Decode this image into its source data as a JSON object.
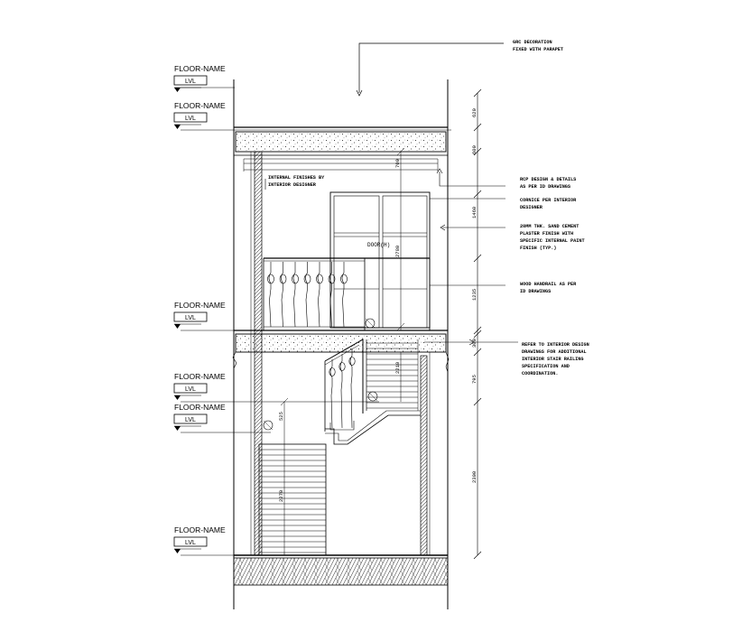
{
  "level_markers": [
    {
      "name": "FLOOR-NAME",
      "tag": "LVL"
    },
    {
      "name": "FLOOR-NAME",
      "tag": "LVL"
    },
    {
      "name": "FLOOR-NAME",
      "tag": "LVL"
    },
    {
      "name": "FLOOR-NAME",
      "tag": "LVL"
    },
    {
      "name": "FLOOR-NAME",
      "tag": "LVL"
    },
    {
      "name": "FLOOR-NAME",
      "tag": "LVL"
    }
  ],
  "notes": [
    [
      "GRC DECORATION",
      "FIXED WITH PARAPET"
    ],
    [
      "INTERNAL FINISHES BY",
      "INTERIOR DESIGNER"
    ],
    [
      "RCP DESIGN & DETAILS",
      "AS PER ID DRAWINGS"
    ],
    [
      "CORNICE PER INTERIOR",
      "DESIGNER"
    ],
    [
      "20MM THK. SAND CEMENT",
      "PLASTER FINISH WITH",
      "SPECIFIC INTERNAL PAINT",
      "FINISH (TYP.)"
    ],
    [
      "WOOD HANDRAIL AS PER",
      "ID DRAWINGS"
    ],
    [
      "REFER TO INTERIOR DESIGN",
      "DRAWINGS FOR ADDITIONAL",
      "INTERIOR STAIR RAILING",
      "SPECIFICATION AND",
      "COORDINATION."
    ]
  ],
  "door_tag": "DOOR(H)",
  "dimensions": {
    "right_chain": [
      "620",
      "600",
      "1460",
      "1235",
      "300",
      "795",
      "2300"
    ],
    "interior": [
      "700",
      "2780",
      "2210",
      "525",
      "2270"
    ]
  }
}
